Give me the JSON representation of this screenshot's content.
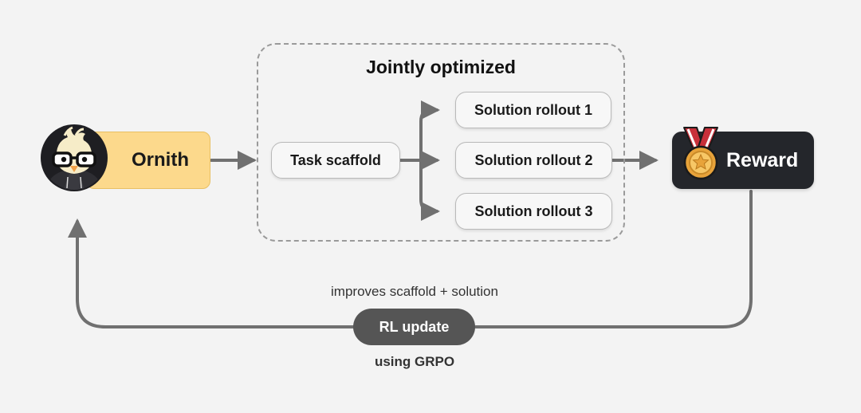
{
  "group": {
    "title": "Jointly optimized"
  },
  "nodes": {
    "ornith": "Ornith",
    "task_scaffold": "Task scaffold",
    "rollouts": [
      "Solution rollout 1",
      "Solution rollout 2",
      "Solution rollout 3"
    ],
    "reward": "Reward"
  },
  "feedback": {
    "label": "RL update",
    "caption_above": "improves scaffold + solution",
    "caption_below": "using GRPO"
  },
  "icons": [
    "ornith-avatar-icon",
    "medal-icon"
  ],
  "colors": {
    "background": "#f3f3f3",
    "ornith_fill": "#fcd98c",
    "reward_fill": "#24262b",
    "rl_fill": "#555555",
    "arrow": "#707070"
  }
}
